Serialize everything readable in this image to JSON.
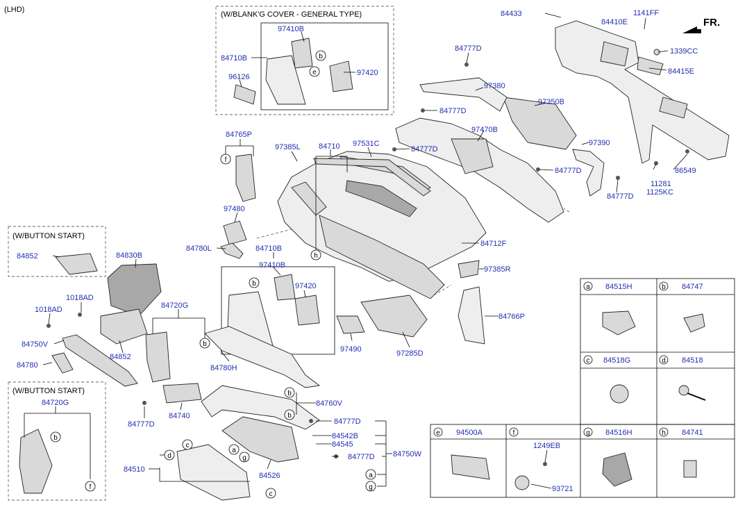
{
  "header": {
    "variant": "(LHD)",
    "direction": "FR."
  },
  "groups": {
    "blanking_cover": "(W/BLANK'G COVER - GENERAL TYPE)",
    "button_start_1": "(W/BUTTON START)",
    "button_start_2": "(W/BUTTON START)"
  },
  "labels": {
    "p84433": "84433",
    "p84410E": "84410E",
    "p1141FF": "1141FF",
    "p1339CC": "1339CC",
    "p84415E": "84415E",
    "p84777D_a": "84777D",
    "p97380": "97380",
    "p97350B": "97350B",
    "p84777D_b": "84777D",
    "p97470B": "97470B",
    "p97531C": "97531C",
    "p84777D_c": "84777D",
    "p97390": "97390",
    "p84777D_d": "84777D",
    "p86549": "86549",
    "p11281": "11281",
    "p1125KC": "1125KC",
    "p84777D_e": "84777D",
    "p97410B_a": "97410B",
    "p84710B_a": "84710B",
    "p97420_a": "97420",
    "p96126": "96126",
    "p84765P": "84765P",
    "p97385L": "97385L",
    "p84710": "84710",
    "p97480": "97480",
    "p84712F": "84712F",
    "p84780L": "84780L",
    "p84710B_b": "84710B",
    "p97410B_b": "97410B",
    "p97420_b": "97420",
    "p97385R": "97385R",
    "p84852_a": "84852",
    "p84830B": "84830B",
    "p1018AD_a": "1018AD",
    "p1018AD_b": "1018AD",
    "p84720G_a": "84720G",
    "p84750V": "84750V",
    "p84780": "84780",
    "p84852_b": "84852",
    "p84780H": "84780H",
    "p97490": "97490",
    "p97285D": "97285D",
    "p84766P": "84766P",
    "p84720G_b": "84720G",
    "p84777D_f": "84777D",
    "p84740": "84740",
    "p84760V": "84760V",
    "p84777D_g": "84777D",
    "p84542B": "84542B",
    "p84545": "84545",
    "p84750W": "84750W",
    "p84777D_h": "84777D",
    "p84526": "84526",
    "p84510": "84510"
  },
  "callouts": [
    "a",
    "b",
    "c",
    "d",
    "e",
    "f",
    "g",
    "h"
  ],
  "legend": [
    {
      "letter": "a",
      "part": "84515H"
    },
    {
      "letter": "b",
      "part": "84747"
    },
    {
      "letter": "c",
      "part": "84518G"
    },
    {
      "letter": "d",
      "part": "84518"
    },
    {
      "letter": "e",
      "part": "94500A"
    },
    {
      "letter": "f",
      "part": "",
      "sub_a": "1249EB",
      "sub_b": "93721"
    },
    {
      "letter": "g",
      "part": "84516H"
    },
    {
      "letter": "h",
      "part": "84741"
    }
  ]
}
